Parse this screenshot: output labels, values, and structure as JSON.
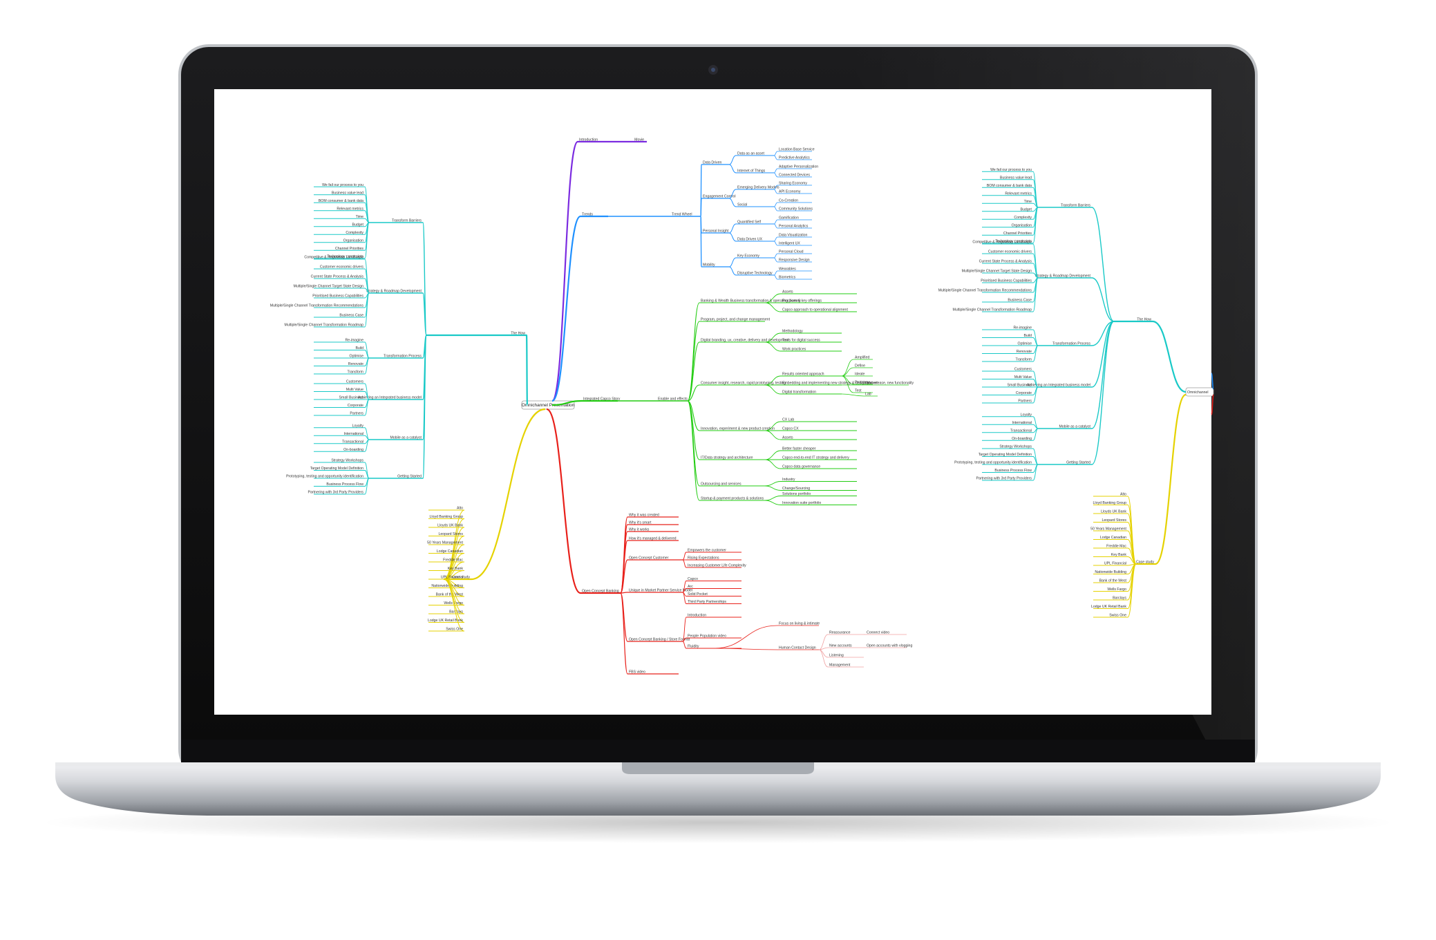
{
  "colors": {
    "purple": "#7b2be0",
    "blue": "#1e90ff",
    "green": "#22cc11",
    "red": "#e8201a",
    "yellow": "#e5d200",
    "teal": "#19c9c7",
    "pink": "#f0a0a0"
  },
  "mindmap_left": {
    "root": "Omnichannel Presentation",
    "branches": {
      "introduction": {
        "label": "Introduction",
        "child": "Movie"
      },
      "trends": {
        "label": "Trends",
        "sub": "Trend Wheel",
        "groups": [
          {
            "label": "Data Driven",
            "items": [
              {
                "label": "Data as an asset",
                "children": [
                  "Location Base Service",
                  "Predictive Analytics"
                ]
              },
              {
                "label": "Internet of Things",
                "children": [
                  "Adaptive Personalization",
                  "Connected Devices"
                ]
              }
            ]
          },
          {
            "label": "Engagement Control",
            "items": [
              {
                "label": "Emerging Delivery Models",
                "children": [
                  "Sharing Economy",
                  "API Economy"
                ]
              },
              {
                "label": "Social",
                "children": [
                  "Co-Creation",
                  "Community Solutions"
                ]
              }
            ]
          },
          {
            "label": "Personal Insight",
            "items": [
              {
                "label": "Quantified Self",
                "children": [
                  "Gamification",
                  "Personal Analytics"
                ]
              },
              {
                "label": "Data Driven UX",
                "children": [
                  "Data Visualization",
                  "Intelligent UX"
                ]
              }
            ]
          },
          {
            "label": "Mobility",
            "items": [
              {
                "label": "Key Economy",
                "children": [
                  "Personal Cloud",
                  "Responsive Design"
                ]
              },
              {
                "label": "Disruptive Technology",
                "children": [
                  "Wearables",
                  "Biometrics"
                ]
              }
            ]
          }
        ]
      },
      "capco": {
        "label": "Integrated Capco Story",
        "sub": "Enable and effects",
        "items": [
          {
            "label": "Banking & Wealth Business transformation & operating journey",
            "children": [
              "Assets",
              "Practices & key offerings",
              "Capco approach to operational alignment"
            ]
          },
          {
            "label": "Program, project, and change management",
            "children": []
          },
          {
            "label": "Digital branding, ux, creative, delivery and development",
            "children": [
              "Methodology",
              "Tools for digital success",
              "Work practices"
            ]
          },
          {
            "label": "Consumer insight, research, rapid prototyping, testing",
            "children": [
              "Results oriented approach",
              "Embedding and implementing new strategy & design pattern",
              "Digital transformation"
            ]
          },
          {
            "label": "Innovation, experiment & new product creation",
            "children": [
              "CX Lab",
              "Capco CX",
              "Assets"
            ]
          },
          {
            "label": "IT/Data strategy and architecture",
            "children": [
              "Better faster cheaper",
              "Capco end-to-end IT strategy and delivery",
              "Capco data governance"
            ]
          },
          {
            "label": "Outsourcing and services",
            "children": [
              "Industry",
              "Change/Sourcing"
            ]
          },
          {
            "label": "Startup & payment products & solutions",
            "children": [
              "Solutions portfolio",
              "Innovation suite portfolio"
            ]
          }
        ],
        "results": [
          "Amplified",
          "Define",
          "Ideate",
          "Prototype",
          "Test"
        ],
        "extra": [
          "New release, new functionality",
          "Lab"
        ]
      },
      "concept": {
        "label": "Open Concept Banking",
        "items": [
          {
            "label": "Why it was created",
            "children": []
          },
          {
            "label": "Why it's smart",
            "children": []
          },
          {
            "label": "Why it works",
            "children": []
          },
          {
            "label": "How it's managed & delivered",
            "children": []
          },
          {
            "label": "Open Concept Customer",
            "children": [
              "Empowers the customer",
              "Rising Expectations",
              "Increasing Customer Life Complexity"
            ]
          },
          {
            "label": "Unique in Market Partner Service Model",
            "children": [
              "Capco",
              "Arc",
              "Solid Pocket",
              "Third Party Partnerships"
            ]
          },
          {
            "label": "Open Concept Banking / Store Format",
            "children": [
              "Introduction",
              "People Population video",
              "Fluidity"
            ]
          },
          {
            "label": "FBS video",
            "children": []
          }
        ],
        "fluidity": [
          "Focus on living & intimate",
          "Human Contact Design"
        ],
        "human": [
          "Reassurance",
          "New accounts",
          "Listening",
          "Management"
        ],
        "human_ext": [
          "Connect video",
          "Open accounts with vlogging"
        ]
      },
      "case_study": {
        "label": "Case study",
        "items": [
          "Alto",
          "Lloyd Banking Group",
          "Lloyds UK Bank",
          "Leopard Stores",
          "50 Years Management",
          "Lodge Canadian",
          "Freddie Mac",
          "Key Bank",
          "UPL Financial",
          "Nationwide Building",
          "Bank of the West",
          "Wells Fargo",
          "Barclays",
          "Lodge UK Retail Bank",
          "Swiss One"
        ]
      },
      "the_how": {
        "label": "The How",
        "groups": [
          {
            "label": "Transform Barriers",
            "children": [
              "We fail our process to you",
              "Business value lead",
              "BOM consumer & bank data",
              "Relevant metrics",
              "Time",
              "Budget",
              "Complexity",
              "Organisation",
              "Channel Priorities",
              "Technology constraints"
            ]
          },
          {
            "label": "Strategy & Roadmap Development",
            "children": [
              "Competitive & Regulatory Landscape",
              "Customer economic drivers",
              "Current State Process & Analysis",
              "Multiple/Single Channel Target State Design",
              "Prioritised Business Capabilities",
              "Multiple/Single Channel Transformation Recommendations",
              "Business Case",
              "Multiple/Single Channel Transformation Roadmap"
            ]
          },
          {
            "label": "Transformation Process",
            "children": [
              "Re-imagine",
              "Build",
              "Optimise",
              "Renovate",
              "Transform"
            ]
          },
          {
            "label": "Achieving an Integrated business model",
            "children": [
              "Customers",
              "Multi Value",
              "Small Business",
              "Corporate",
              "Partners"
            ]
          },
          {
            "label": "Mobile as a catalyst",
            "children": [
              "Loyalty",
              "International",
              "Transactional",
              "On-boarding"
            ]
          },
          {
            "label": "Getting Started",
            "children": [
              "Strategy Workshops",
              "Target Operating Model Definition",
              "Prototyping, testing and opportunity identification",
              "Business Process Flow",
              "Partnering with 3rd Party Providers"
            ]
          }
        ]
      }
    }
  },
  "mindmap_right": {
    "root": "Omnichannel",
    "the_how": "The How",
    "case_study": "Case study"
  }
}
